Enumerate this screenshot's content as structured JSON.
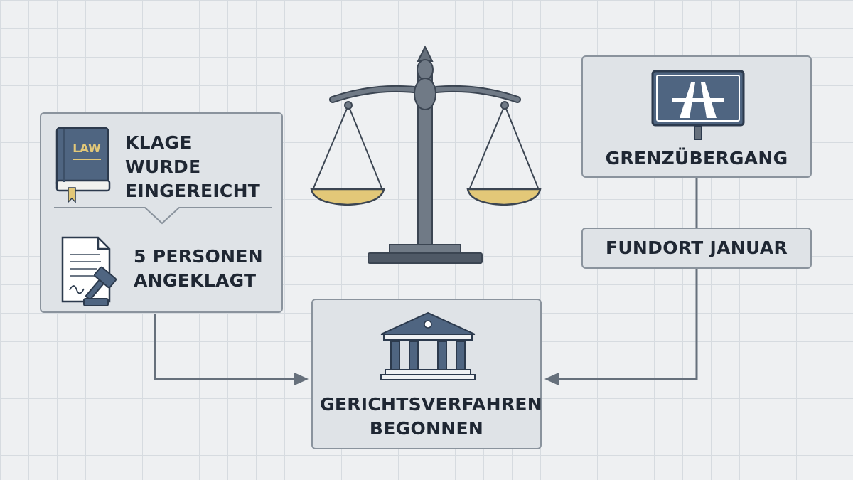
{
  "left_panel": {
    "book_icon_text": "LAW",
    "statement_1": "KLAGE WURDE EINGEREICHT",
    "statement_2": "5 PERSONEN ANGEKLAGT"
  },
  "right_panel": {
    "border_label": "GRENZÜBERGANG",
    "location_label": "FUNDORT JANUAR"
  },
  "center_panel": {
    "result_label": "GERICHTSVERFAHREN BEGONNEN"
  },
  "colors": {
    "accent_gold": "#e3c878",
    "steel_blue": "#4f6581",
    "line_gray": "#66707c"
  },
  "icons": [
    "law-book-icon",
    "document-gavel-icon",
    "scales-of-justice-icon",
    "highway-sign-icon",
    "courthouse-icon"
  ]
}
